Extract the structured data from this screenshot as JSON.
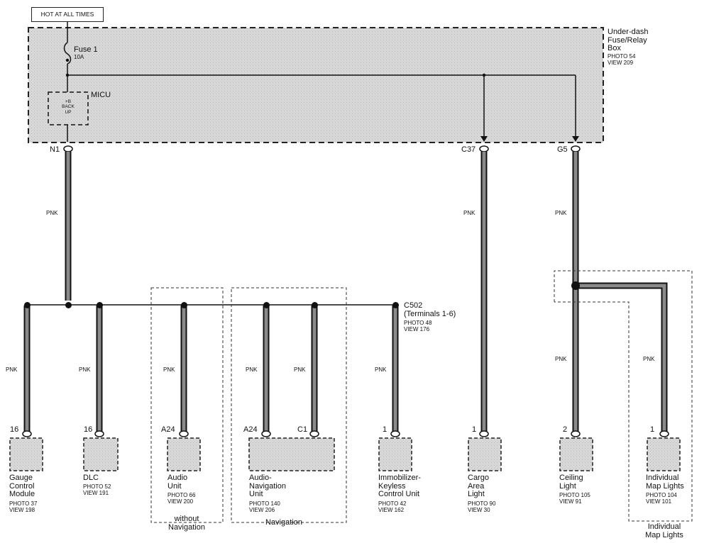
{
  "diagram": {
    "power_source": "HOT AT ALL TIMES",
    "fuse_box": {
      "name": "Under-dash\nFuse/Relay\nBox",
      "ref": "PHOTO 54\nVIEW 209",
      "fuse": {
        "label": "Fuse 1",
        "rating": "10A"
      },
      "micu": {
        "label": "MICU",
        "inner": "+B\nBACK\nUP"
      }
    },
    "connectors": {
      "n1": "N1",
      "c37": "C37",
      "g5": "G5"
    },
    "junction": {
      "name": "C502",
      "terminals": "(Terminals 1-6)",
      "ref": "PHOTO 48\nVIEW 176"
    },
    "wire_color": "PNK",
    "components": [
      {
        "pin": "16",
        "name": "Gauge\nControl\nModule",
        "ref": "PHOTO 37\nVIEW 198"
      },
      {
        "pin": "16",
        "name": "DLC",
        "ref": "PHOTO 52\nVIEW 191"
      },
      {
        "pin": "A24",
        "name": "Audio\nUnit",
        "ref": "PHOTO 66\nVIEW 200"
      },
      {
        "pin": "A24",
        "pin2": "C1",
        "name": "Audio-\nNavigation\nUnit",
        "ref": "PHOTO 140\nVIEW 206"
      },
      {
        "pin": "1",
        "name": "Immobilizer-\nKeyless\nControl Unit",
        "ref": "PHOTO 42\nVIEW 162"
      },
      {
        "pin": "1",
        "name": "Cargo\nArea\nLight",
        "ref": "PHOTO 90\nVIEW 30"
      },
      {
        "pin": "2",
        "name": "Ceiling\nLight",
        "ref": "PHOTO 105\nVIEW 91"
      },
      {
        "pin": "1",
        "name": "Individual\nMap Lights",
        "ref": "PHOTO 104\nVIEW 101"
      }
    ],
    "groups": {
      "without_nav": "without\nNavigation",
      "navigation": "Navigation",
      "map_lights": "Individual\nMap Lights"
    }
  }
}
